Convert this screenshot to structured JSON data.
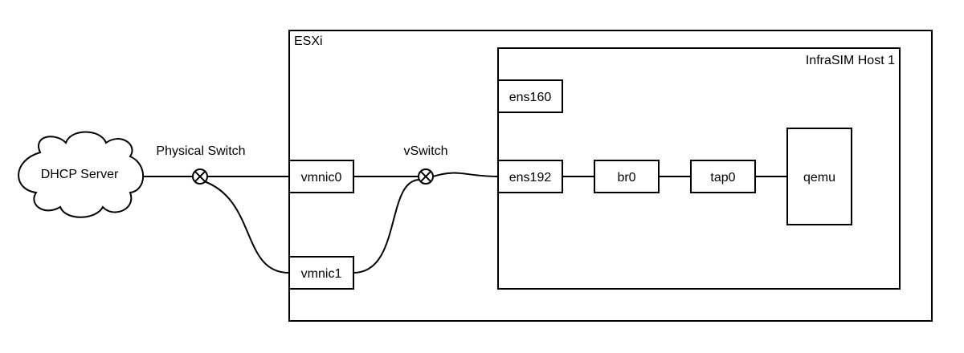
{
  "diagram": {
    "esxi_label": "ESXi",
    "host_label": "InfraSIM Host 1",
    "dhcp_server": "DHCP Server",
    "physical_switch": "Physical Switch",
    "vswitch": "vSwitch",
    "nodes": {
      "vmnic0": "vmnic0",
      "vmnic1": "vmnic1",
      "ens160": "ens160",
      "ens192": "ens192",
      "br0": "br0",
      "tap0": "tap0",
      "qemu": "qemu"
    }
  }
}
